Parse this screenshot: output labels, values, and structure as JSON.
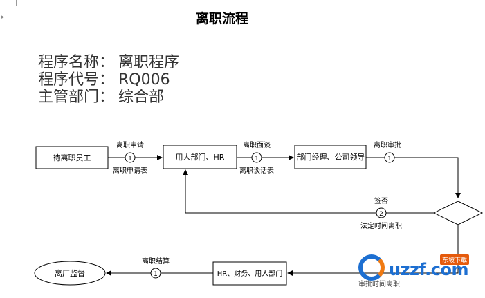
{
  "document": {
    "title": "离职流程"
  },
  "meta": {
    "lines": [
      {
        "label": "程序名称：",
        "value": "离职程序"
      },
      {
        "label": "程序代号：",
        "value": "RQ006"
      },
      {
        "label": "主管部门：",
        "value": "综合部"
      }
    ]
  },
  "flow": {
    "nodes": {
      "employee": "待离职员工",
      "hr_dept": "用人部门、HR",
      "manager": "部门经理、公司领导",
      "settle_depts": "HR、财务、用人部门",
      "exit": "离厂监督"
    },
    "steps": {
      "s1_top": "离职申请",
      "s1_num": "1",
      "s1_bottom": "离职申请表",
      "s2_top": "离职面谈",
      "s2_num": "1",
      "s2_bottom": "离职谈话表",
      "s3_top": "离职审批",
      "s3_num": "1",
      "s4_top": "签否",
      "s4_num": "2",
      "s4_bottom": "法定时间离职",
      "s5_top": "离职结算",
      "s5_num": "1",
      "s6_bottom": "审批时间离职"
    }
  },
  "watermark": {
    "brand": "uzzf.com",
    "badge": "东坡下载"
  },
  "colors": {
    "line": "#000000",
    "meta_text": "#333333",
    "watermark_blue": "#1d6fd1",
    "watermark_orange": "#e55a0c"
  }
}
